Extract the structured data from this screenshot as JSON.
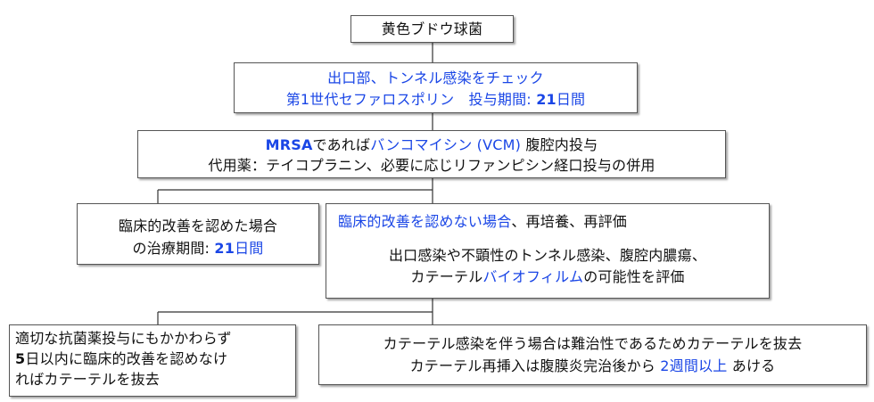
{
  "colors": {
    "accent": "#1a46e6",
    "text": "#111111",
    "border": "#555555"
  },
  "nodes": {
    "title": {
      "text": "黄色ブドウ球菌"
    },
    "step1": {
      "line1": "出口部、トンネル感染をチェック",
      "line2_a": "第1世代セファロスポリン　投与期間: ",
      "line2_b": "21",
      "line2_c": "日間"
    },
    "step2": {
      "line1_a": "MRSA",
      "line1_b": "であれば",
      "line1_c": "バンコマイシン (VCM)",
      "line1_d": " 腹腔内投与",
      "line2": "代用薬：テイコプラニン、必要に応じリファンピシン経口投与の併用"
    },
    "improved": {
      "line1": "臨床的改善を認めた場合",
      "line2_a": "の治療期間: ",
      "line2_b": "21",
      "line2_c": "日間"
    },
    "not_improved": {
      "line1_a": "臨床的改善を認めない場合",
      "line1_b": "、再培養、再評価",
      "line2": "出口感染や不顕性のトンネル感染、腹腔内膿瘍、",
      "line3_a": "カテーテル",
      "line3_b": "バイオフィルム",
      "line3_c": "の可能性を評価"
    },
    "remove_left": {
      "line1": "適切な抗菌薬投与にもかかわらず",
      "line2_a": "5",
      "line2_b": "日以内に臨床的改善を認めなけ",
      "line3": "ればカテーテルを抜去"
    },
    "remove_right": {
      "line1": "カテーテル感染を伴う場合は難治性であるためカテーテルを抜去",
      "line2_a": "カテーテル再挿入は腹膜炎完治後から ",
      "line2_b": "2週間以上",
      "line2_c": " あける"
    }
  }
}
